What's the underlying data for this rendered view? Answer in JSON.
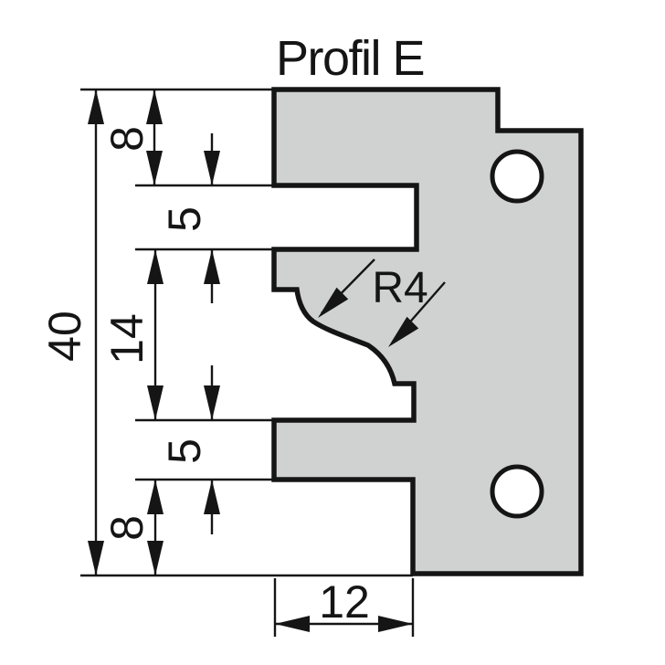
{
  "title": "Profil E",
  "colors": {
    "body_fill": "#d0d1d1",
    "line": "#151515",
    "background": "#ffffff"
  },
  "dimensions": {
    "total_height": "40",
    "top_segment": "8",
    "upper_groove": "5",
    "profile_section": "14",
    "lower_groove": "5",
    "bottom_segment": "8",
    "bottom_width": "12",
    "radius_callout": "R4"
  }
}
